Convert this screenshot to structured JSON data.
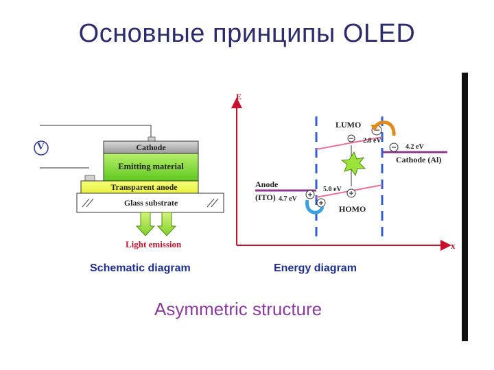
{
  "page": {
    "title": "Основные принципы OLED",
    "subtitle": "Asymmetric structure"
  },
  "schematic": {
    "voltage_label": "V",
    "layers": {
      "cathode": "Cathode",
      "emitting": "Emitting material",
      "anode": "Transparent anode",
      "substrate": "Glass substrate"
    },
    "emission_label": "Light emission",
    "caption": "Schematic diagram"
  },
  "energy": {
    "axis_y": "E",
    "axis_x": "x",
    "lumo": "LUMO",
    "homo": "HOMO",
    "lumo_ev": "2.8 eV",
    "homo_ev": "5.0 eV",
    "anode_label_1": "Anode",
    "anode_label_2": "(ITO)",
    "anode_ev": "4.7 eV",
    "cathode_ev": "4.2 eV",
    "cathode_label": "Cathode (Al)",
    "caption": "Energy diagram"
  },
  "colors": {
    "title": "#2b2b6e",
    "caption": "#1f2f8f",
    "subtitle": "#8b3aa0",
    "axis": "#c8102e",
    "dash": "#2f5fd0",
    "cathode_layer": "#b4b4b4",
    "emitting_layer": "#9be33a",
    "band_line": "#e8709a"
  }
}
